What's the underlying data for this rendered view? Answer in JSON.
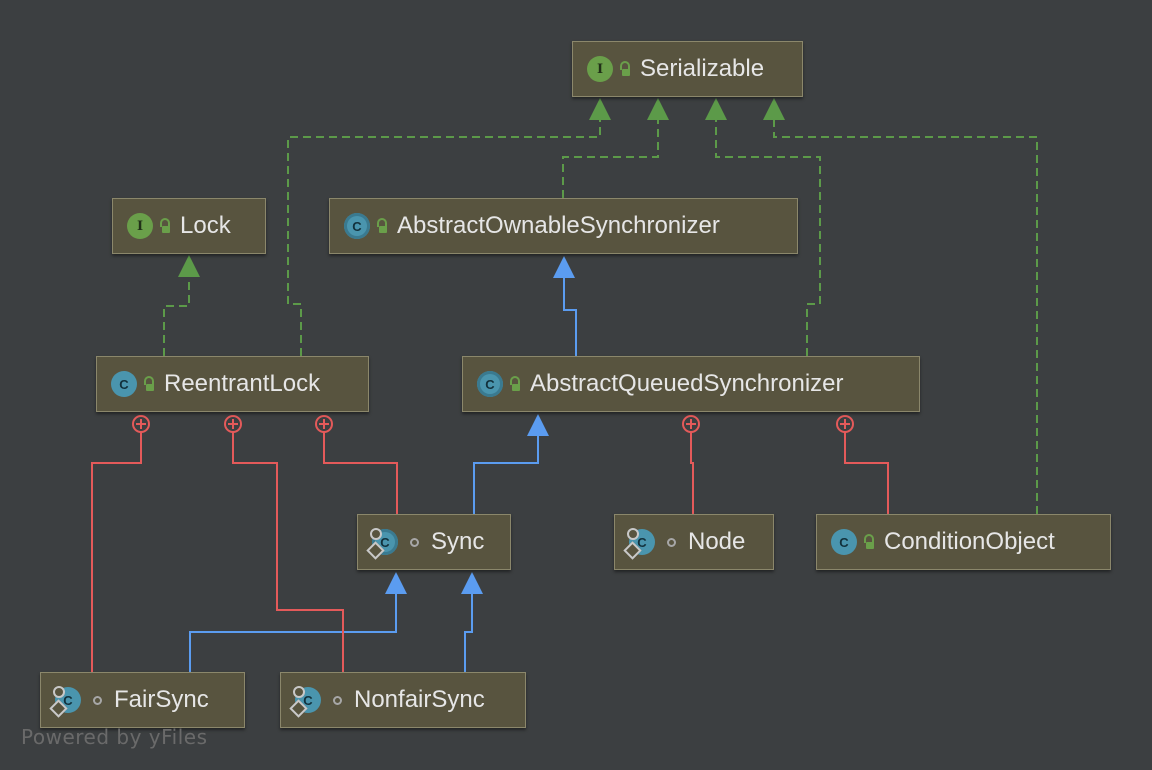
{
  "nodes": {
    "serializable": {
      "label": "Serializable",
      "kind": "interface"
    },
    "lock": {
      "label": "Lock",
      "kind": "interface"
    },
    "aos": {
      "label": "AbstractOwnableSynchronizer",
      "kind": "abstract-class"
    },
    "reentrant_lock": {
      "label": "ReentrantLock",
      "kind": "class"
    },
    "aqs": {
      "label": "AbstractQueuedSynchronizer",
      "kind": "abstract-class"
    },
    "sync": {
      "label": "Sync",
      "kind": "static-abstract-inner-class"
    },
    "node": {
      "label": "Node",
      "kind": "static-inner-class"
    },
    "condition_object": {
      "label": "ConditionObject",
      "kind": "inner-class"
    },
    "fair_sync": {
      "label": "FairSync",
      "kind": "static-inner-class"
    },
    "nonfair_sync": {
      "label": "NonfairSync",
      "kind": "static-inner-class"
    }
  },
  "badges": {
    "interface": "I",
    "class": "C"
  },
  "colors": {
    "background": "#3c3f41",
    "node_fill": "#58543f",
    "implements_edge": "#5c9a49",
    "extends_edge": "#5b9cf0",
    "inner_class_edge": "#e45a5a"
  },
  "icons": {
    "public": "lock-open-icon",
    "package_private": "circle-dot-icon"
  },
  "edges": [
    {
      "from": "reentrant_lock",
      "to": "serializable",
      "type": "implements"
    },
    {
      "from": "aos",
      "to": "serializable",
      "type": "implements"
    },
    {
      "from": "aqs",
      "to": "serializable",
      "type": "implements"
    },
    {
      "from": "condition_object",
      "to": "serializable",
      "type": "implements"
    },
    {
      "from": "reentrant_lock",
      "to": "lock",
      "type": "implements"
    },
    {
      "from": "aqs",
      "to": "aos",
      "type": "extends"
    },
    {
      "from": "sync",
      "to": "aqs",
      "type": "extends"
    },
    {
      "from": "fair_sync",
      "to": "sync",
      "type": "extends"
    },
    {
      "from": "nonfair_sync",
      "to": "sync",
      "type": "extends"
    },
    {
      "from": "reentrant_lock",
      "to": "fair_sync",
      "type": "inner"
    },
    {
      "from": "reentrant_lock",
      "to": "nonfair_sync",
      "type": "inner"
    },
    {
      "from": "reentrant_lock",
      "to": "sync",
      "type": "inner"
    },
    {
      "from": "aqs",
      "to": "node",
      "type": "inner"
    },
    {
      "from": "aqs",
      "to": "condition_object",
      "type": "inner"
    }
  ],
  "watermark": "Powered by yFiles"
}
